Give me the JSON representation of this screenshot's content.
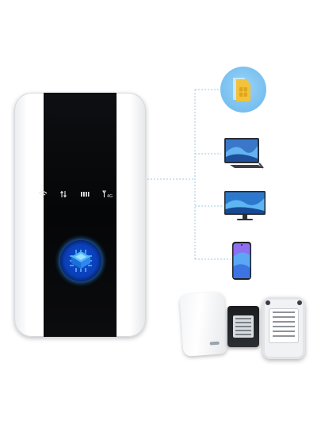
{
  "colors": {
    "background": "#ffffff",
    "router_body": "#ffffff",
    "router_panel": "#07080a",
    "chip_glow": "#2aa9ff",
    "connector_line": "#9ccbe6",
    "sim_circle": "#77bff0",
    "sim_card": "#f2c23a"
  },
  "icons": {
    "router_status": [
      "wifi-icon",
      "data-arrows-icon",
      "battery-bars-icon",
      "signal-4g-icon"
    ],
    "router_badge": "processor-chip-icon",
    "connected_devices": [
      "sim-card-icon",
      "tablet-icon",
      "monitor-icon",
      "smartphone-icon"
    ],
    "product_views": [
      "router-front-photo",
      "battery-photo",
      "router-back-photo"
    ]
  },
  "router": {
    "status_label": "4G"
  },
  "photos": {
    "router_back_label": "",
    "battery_label": ""
  }
}
